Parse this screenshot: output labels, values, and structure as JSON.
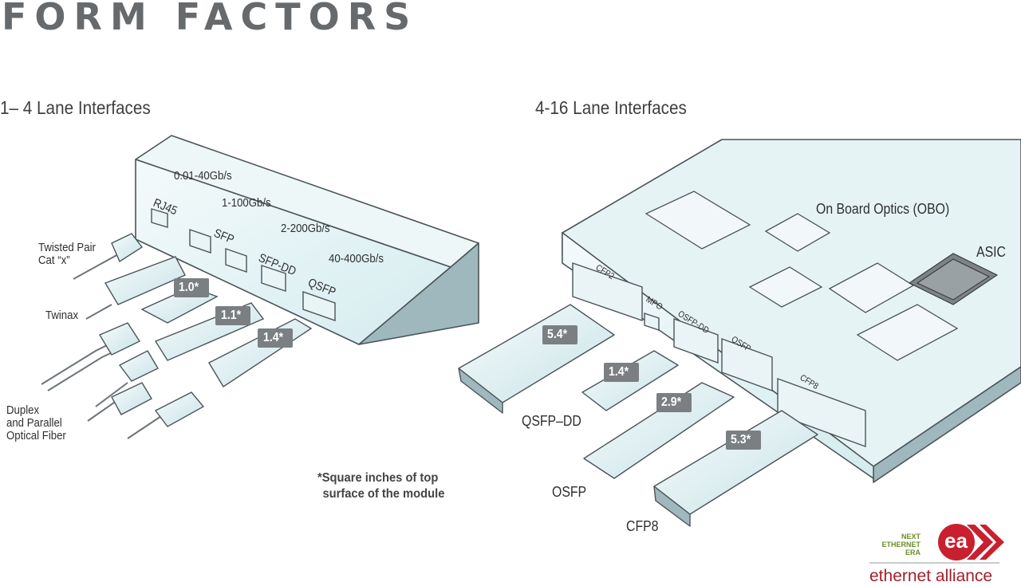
{
  "title": "FORM FACTORS",
  "left_section": {
    "heading": "1– 4 Lane Interfaces",
    "speeds": [
      "0.01-40Gb/s",
      "1-100Gb/s",
      "2-200Gb/s",
      "40-400Gb/s"
    ],
    "ports": [
      "RJ45",
      "SFP",
      "SFP-DD",
      "QSFP"
    ],
    "cables": [
      "Twisted Pair\nCat “x”",
      "Twinax",
      "Duplex\nand Parallel\nOptical Fiber"
    ],
    "cable_lines": {
      "twisted_1": "Twisted Pair",
      "twisted_2": "Cat “x”",
      "twinax": "Twinax",
      "fiber_1": "Duplex",
      "fiber_2": "and Parallel",
      "fiber_3": "Optical Fiber"
    },
    "module_areas": [
      "1.0*",
      "1.1*",
      "1.4*"
    ]
  },
  "right_section": {
    "heading": "4-16 Lane Interfaces",
    "obo": "On Board Optics (OBO)",
    "asic": "ASIC",
    "ports": [
      "CFP2",
      "MPO",
      "OSFP-DD",
      "OSFP",
      "CFP8"
    ],
    "module_areas": [
      "5.4*",
      "1.4*",
      "2.9*",
      "5.3*"
    ],
    "module_labels": [
      "QSFP–DD",
      "OSFP",
      "CFP8"
    ]
  },
  "footnote": {
    "line1": "*Square inches of top",
    "line2": "surface of the module"
  },
  "logo": {
    "tag1": "NEXT",
    "tag2": "ETHERNET",
    "tag3": "ERA",
    "mark": "ea",
    "name": "ethernet alliance"
  },
  "colors": {
    "panel": "#dff0f2",
    "panel_edge": "#5a6468",
    "badge": "#7a7f82",
    "logo_red": "#c8202f",
    "logo_green": "#6a8d2a"
  }
}
